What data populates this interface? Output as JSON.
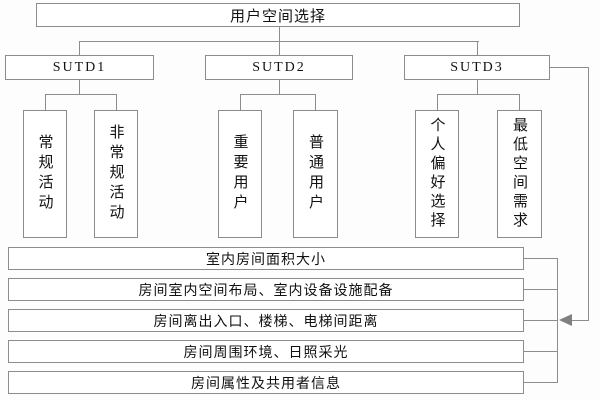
{
  "diagram": {
    "title_node": {
      "label": "用户空间选择"
    },
    "branches": [
      {
        "label": "SUTD1",
        "children": [
          {
            "label": "常规活动"
          },
          {
            "label": "非常规活动"
          }
        ]
      },
      {
        "label": "SUTD2",
        "children": [
          {
            "label": "重要用户"
          },
          {
            "label": "普通用户"
          }
        ]
      },
      {
        "label": "SUTD3",
        "children": [
          {
            "label": "个人偏好选择"
          },
          {
            "label": "最低空间需求"
          }
        ]
      }
    ],
    "criteria_rows": [
      "室内房间面积大小",
      "房间室内空间布局、室内设备设施配备",
      "房间离出入口、楼梯、电梯间距离",
      "房间周围环境、日照采光",
      "房间属性及共用者信息"
    ],
    "icons": {
      "feedback_arrow": "left-pointing-triangle"
    },
    "colors": {
      "background": "#fdfdfd",
      "box_fill": "#ffffff",
      "border": "#8c8c8c",
      "line": "#8c8c8c",
      "arrow": "#808080",
      "text": "#111111"
    }
  }
}
